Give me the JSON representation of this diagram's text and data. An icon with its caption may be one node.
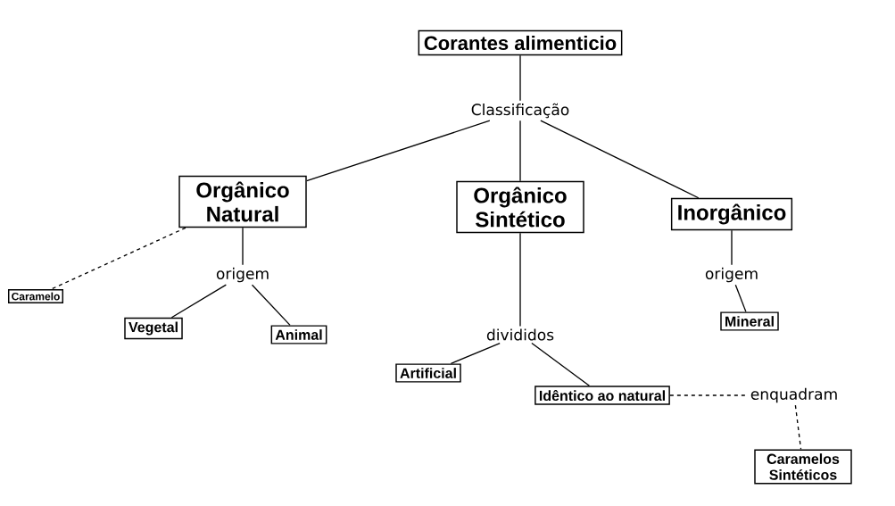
{
  "diagram": {
    "nodes": [
      {
        "text": [
          "Corantes alimenticio"
        ]
      },
      {
        "text": [
          "Classificação"
        ]
      },
      {
        "text": [
          "Orgânico Natural"
        ]
      },
      {
        "text": [
          "Orgânico Sintético"
        ]
      },
      {
        "text": [
          "Inorgânico"
        ]
      },
      {
        "text": [
          "origem"
        ]
      },
      {
        "text": [
          "origem"
        ]
      },
      {
        "text": [
          "Caramelo"
        ]
      },
      {
        "text": [
          "Vegetal"
        ]
      },
      {
        "text": [
          "Animal"
        ]
      },
      {
        "text": [
          "Mineral"
        ]
      },
      {
        "text": [
          "divididos"
        ]
      },
      {
        "text": [
          "Artificial"
        ]
      },
      {
        "text": [
          "Idêntico ao natural"
        ]
      },
      {
        "text": [
          "enquadram"
        ]
      },
      {
        "text": [
          "Caramelos Sintéticos"
        ]
      }
    ],
    "edges": [
      {
        "from": 0,
        "to": 1,
        "arrow": "none"
      },
      {
        "from": 1,
        "to": 2,
        "arrow": "none"
      },
      {
        "from": 1,
        "to": 3,
        "arrow": "none"
      },
      {
        "from": 1,
        "to": 4,
        "arrow": "none"
      },
      {
        "from": 2,
        "to": 5,
        "arrow": "none"
      },
      {
        "from": 2,
        "to": 7,
        "arrow": "none",
        "style": "dashed"
      },
      {
        "from": 5,
        "to": 8,
        "arrow": "none"
      },
      {
        "from": 5,
        "to": 9,
        "arrow": "none"
      },
      {
        "from": 4,
        "to": 6,
        "arrow": "none"
      },
      {
        "from": 6,
        "to": 10,
        "arrow": "none"
      },
      {
        "from": 3,
        "to": 11,
        "arrow": "none"
      },
      {
        "from": 11,
        "to": 12,
        "arrow": "none"
      },
      {
        "from": 11,
        "to": 13,
        "arrow": "none"
      },
      {
        "from": 13,
        "to": 14,
        "arrow": "none",
        "style": "dashed"
      },
      {
        "from": 14,
        "to": 15,
        "arrow": "none",
        "style": "dashed"
      }
    ]
  }
}
